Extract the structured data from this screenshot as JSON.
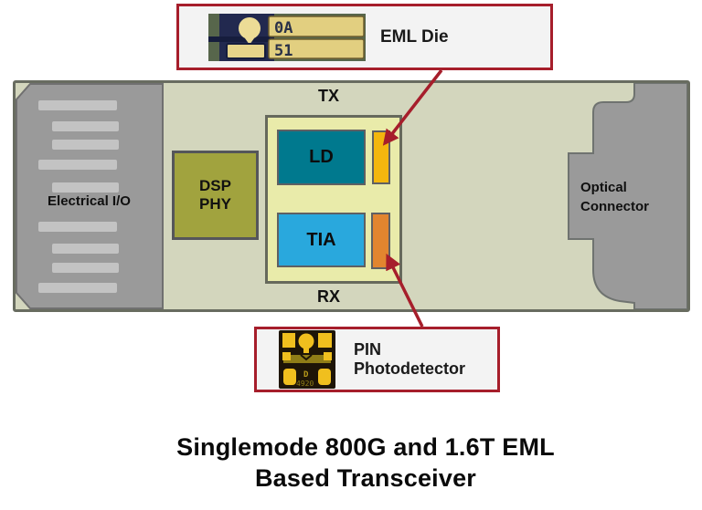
{
  "title": {
    "line1": "Singlemode 800G and 1.6T EML",
    "line2": "Based Transceiver"
  },
  "eml_callout": {
    "label": "EML Die",
    "die_marking_top": "0A",
    "die_marking_bottom": "51"
  },
  "pin_callout": {
    "label_line1": "PIN",
    "label_line2": "Photodetector",
    "die_marking_top": "D",
    "die_marking_bottom": "4920"
  },
  "module": {
    "electrical_io_label": "Electrical I/O",
    "dsp_label_line1": "DSP",
    "dsp_label_line2": "PHY",
    "tx_label": "TX",
    "rx_label": "RX",
    "ld_label": "LD",
    "tia_label": "TIA",
    "optical_label_line1": "Optical",
    "optical_label_line2": "Connector"
  },
  "colors": {
    "callout_border": "#a61e2b",
    "arrow": "#a61e2b",
    "module_body": "#d3d6bd",
    "connector_gray": "#9a9a9a",
    "dsp_olive": "#a1a33e",
    "inner_box": "#e9ebaa",
    "ld_teal": "#00798e",
    "tia_blue": "#29a8dd",
    "eml_yellow": "#f3b60e",
    "pin_orange": "#e2852f"
  }
}
